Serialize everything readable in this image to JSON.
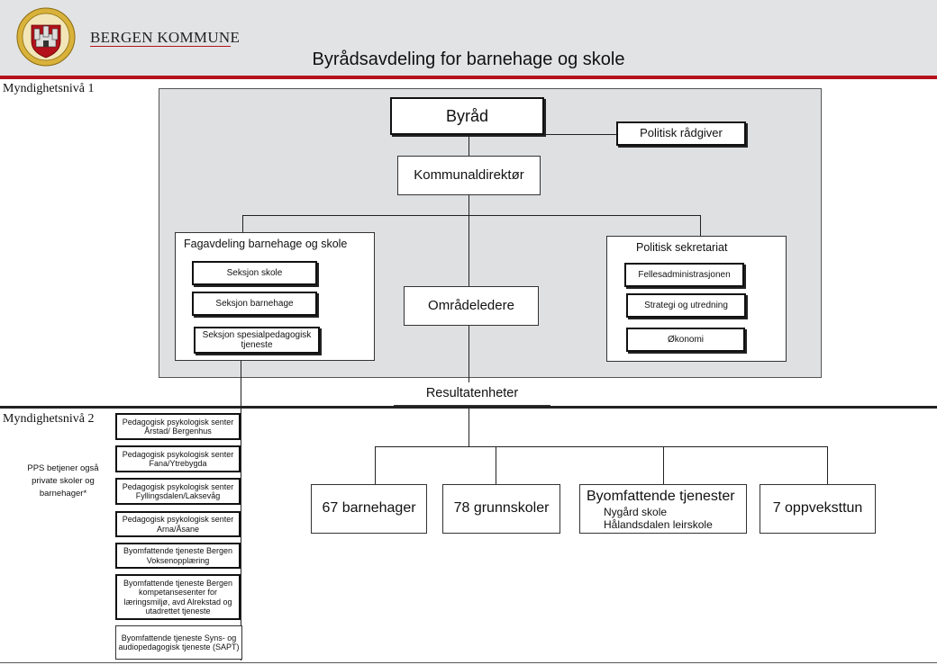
{
  "header": {
    "brand": "BERGEN KOMMUNE",
    "title": "Byrådsavdeling for barnehage og skole",
    "logo_icon": "bergen-coat-of-arms-icon",
    "accent_color": "#b3121b"
  },
  "levels": {
    "level1": "Myndighetsnivå 1",
    "level2": "Myndighetsnivå 2"
  },
  "top": {
    "byrad": "Byråd",
    "advisor": "Politisk rådgiver",
    "director": "Kommunaldirektør",
    "area_leaders": "Områdeledere",
    "result_units": "Resultatenheter"
  },
  "fagavdeling": {
    "title": "Fagavdeling barnehage og skole",
    "items": [
      "Seksjon skole",
      "Seksjon barnehage",
      "Seksjon spesialpedagogisk tjeneste"
    ]
  },
  "sekretariat": {
    "title": "Politisk sekretariat",
    "items": [
      "Fellesadministrasjonen",
      "Strategi og utredning",
      "Økonomi"
    ]
  },
  "results": {
    "kindergartens": "67 barnehager",
    "schools": "78 grunnskoler",
    "citywide_title": "Byomfattende tjenester",
    "citywide_items": [
      "Nygård skole",
      "Hålandsdalen leirskole"
    ],
    "oppvekst": "7 oppveksttun"
  },
  "pps_note": "PPS betjener også private skoler og barnehager*",
  "services": [
    "Pedagogisk psykologisk senter Årstad/ Bergenhus",
    "Pedagogisk psykologisk senter Fana/Ytrebygda",
    "Pedagogisk psykologisk senter Fyllingsdalen/Laksevåg",
    "Pedagogisk psykologisk senter Arna/Åsane",
    "Byomfattende tjeneste Bergen Voksenopplæring",
    "Byomfattende tjeneste Bergen kompetansesenter for læringsmiljø, avd Alrekstad og utadrettet tjeneste",
    "Byomfattende tjeneste Syns- og audiopedagogisk tjeneste (SAPT)"
  ]
}
